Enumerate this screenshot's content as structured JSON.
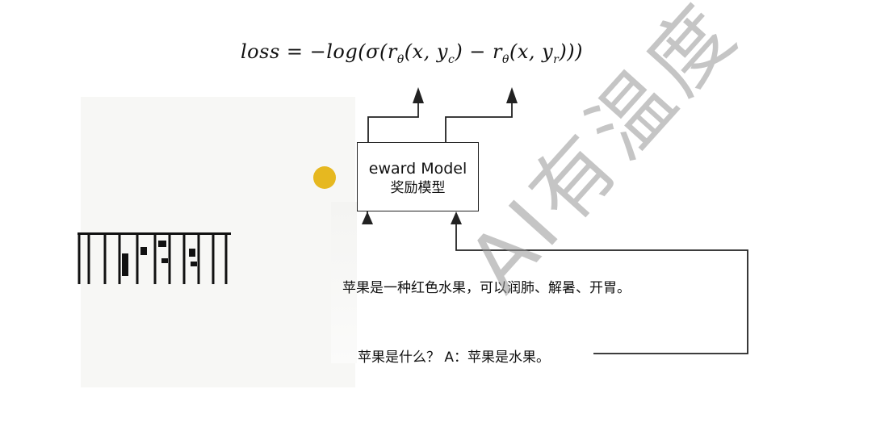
{
  "formula": {
    "loss": "loss",
    "eq": " = −log(σ(r",
    "theta1": "θ",
    "args1": "(x, y",
    "c": "c",
    "mid": ") − r",
    "theta2": "θ",
    "args2": "(x, y",
    "r": "r",
    "end": ")))"
  },
  "reward_model": {
    "label_en": "eward Model",
    "label_zh": "奖励模型"
  },
  "chosen_text": "苹果是一种红色水果，可以润肺、解暑、开胃。",
  "rejected_text": "苹果是什么？ A：苹果是水果。",
  "watermark": "AI有温度",
  "colors": {
    "line": "#222222",
    "yellow": "#e6b820",
    "watermark": "#969696"
  }
}
